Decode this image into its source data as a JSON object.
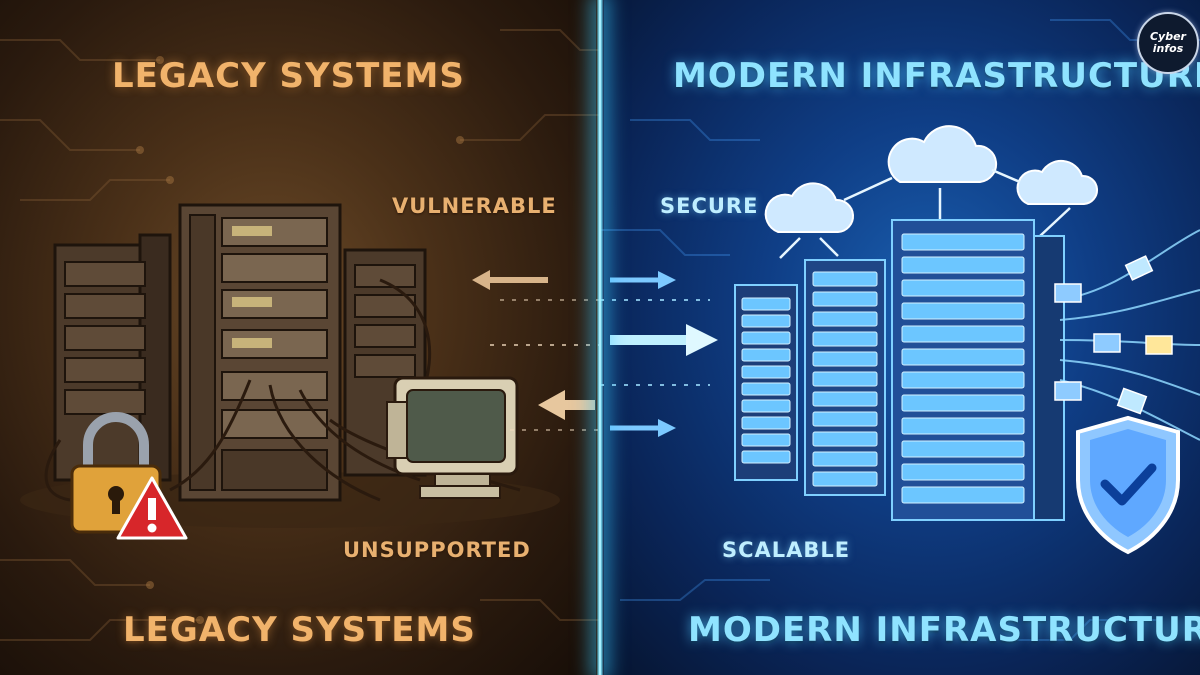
{
  "left_panel": {
    "title_top": "LEGACY SYSTEMS",
    "title_bottom": "LEGACY SYSTEMS",
    "tags": {
      "upper": "VULNERABLE",
      "lower": "UNSUPPORTED"
    },
    "accent_color": "#f1b36b"
  },
  "right_panel": {
    "title_top": "MODERN INFRASTRUCTURE",
    "title_bottom": "MODERN INFRASTRUCTURE",
    "tags": {
      "upper": "SECURE",
      "lower": "SCALABLE"
    },
    "accent_color": "#8fe3ff"
  },
  "logo": {
    "line1": "Cyber",
    "line2": "infos"
  },
  "icons": [
    "padlock-icon",
    "warning-icon",
    "shield-check-icon",
    "cloud-icon",
    "arrow-icon"
  ]
}
